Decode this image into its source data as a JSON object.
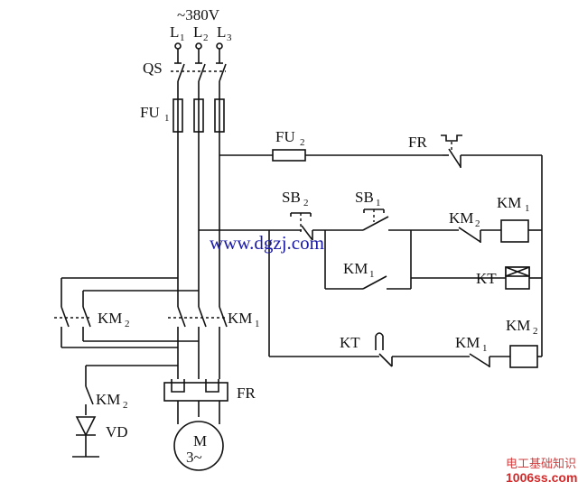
{
  "diagram": {
    "supply_label": "~380V",
    "phases": [
      "L",
      "L",
      "L"
    ],
    "phase_subs": [
      "1",
      "2",
      "3"
    ],
    "qs": "QS",
    "fu1": "FU",
    "fu1_sub": "1",
    "fu2": "FU",
    "fu2_sub": "2",
    "fr_top": "FR",
    "sb2": "SB",
    "sb2_sub": "2",
    "sb1": "SB",
    "sb1_sub": "1",
    "km1_coil": "KM",
    "km1_coil_sub": "1",
    "km2_nc": "KM",
    "km2_nc_sub": "2",
    "km1_hold": "KM",
    "km1_hold_sub": "1",
    "kt_coil": "KT",
    "kt_contact": "KT",
    "km1_nc": "KM",
    "km1_nc_sub": "1",
    "km2_coil": "KM",
    "km2_coil_sub": "2",
    "km2_main": "KM",
    "km2_main_sub": "2",
    "km1_main": "KM",
    "km1_main_sub": "1",
    "km2_low": "KM",
    "km2_low_sub": "2",
    "fr_main": "FR",
    "vd": "VD",
    "motor_m": "M",
    "motor_3": "3~"
  },
  "watermark": "www.dgzj.com",
  "brand": {
    "line1": "电工基础知识",
    "line2": "1006ss.com"
  }
}
